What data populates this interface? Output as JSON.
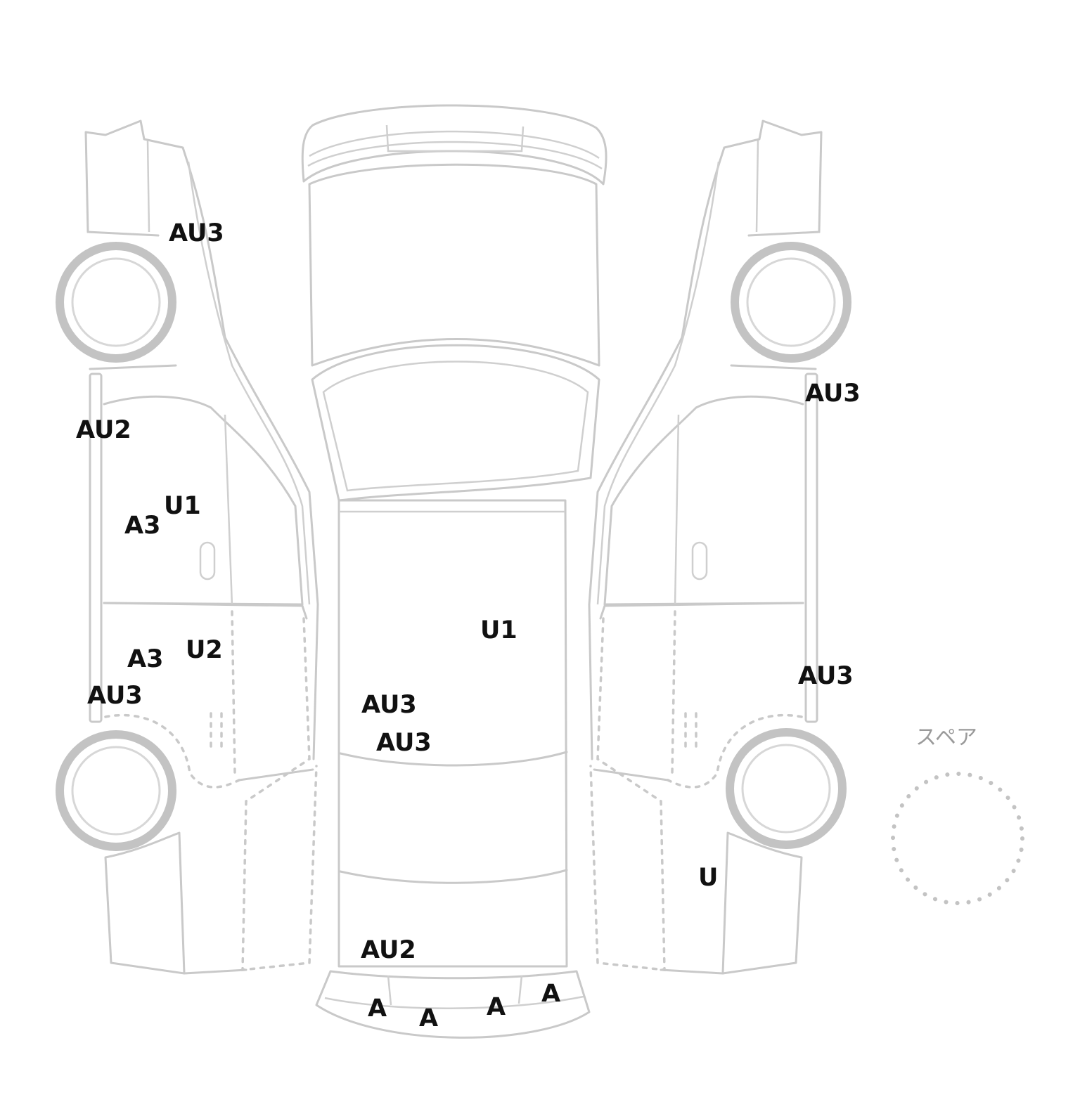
{
  "spare_label": "スペア",
  "marks": [
    {
      "id": "left-front-fender",
      "code": "AU3"
    },
    {
      "id": "left-pillar",
      "code": "AU2"
    },
    {
      "id": "left-front-door-a",
      "code": "A3"
    },
    {
      "id": "left-front-door-u",
      "code": "U1"
    },
    {
      "id": "left-rear-door-a",
      "code": "A3"
    },
    {
      "id": "left-rear-door-u",
      "code": "U2"
    },
    {
      "id": "left-rocker",
      "code": "AU3"
    },
    {
      "id": "roof",
      "code": "U1"
    },
    {
      "id": "roof-rear-1",
      "code": "AU3"
    },
    {
      "id": "roof-rear-2",
      "code": "AU3"
    },
    {
      "id": "tailgate",
      "code": "AU2"
    },
    {
      "id": "rear-bumper-1",
      "code": "A"
    },
    {
      "id": "rear-bumper-2",
      "code": "A"
    },
    {
      "id": "rear-bumper-3",
      "code": "A"
    },
    {
      "id": "rear-bumper-4",
      "code": "A"
    },
    {
      "id": "right-pillar",
      "code": "AU3"
    },
    {
      "id": "right-rocker",
      "code": "AU3"
    },
    {
      "id": "right-rear-quarter",
      "code": "U"
    }
  ]
}
